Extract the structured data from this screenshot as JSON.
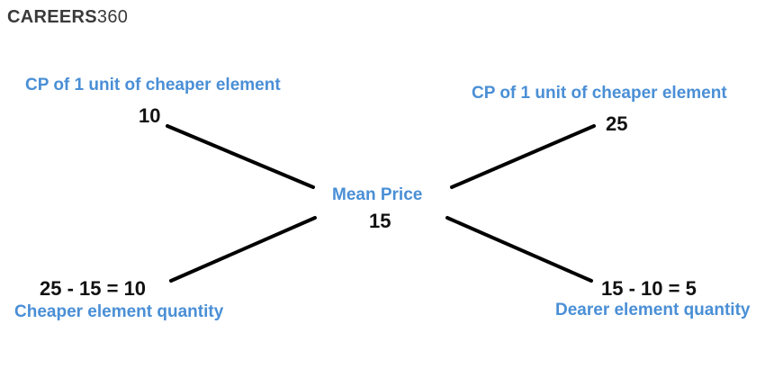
{
  "brand": {
    "bold": "CAREERS",
    "number": "360"
  },
  "colors": {
    "label": "#4a8fd6",
    "value": "#111111",
    "line": "#000000"
  },
  "diagram": {
    "top_left": {
      "title": "CP of 1 unit of cheaper element",
      "value": "10"
    },
    "top_right": {
      "title": "CP of 1 unit of cheaper element",
      "value": "25"
    },
    "center": {
      "title": "Mean Price",
      "value": "15"
    },
    "bottom_left": {
      "equation": "25 - 15 = 10",
      "title": "Cheaper element quantity"
    },
    "bottom_right": {
      "equation": "15 - 10 = 5",
      "title": "Dearer element quantity"
    }
  }
}
